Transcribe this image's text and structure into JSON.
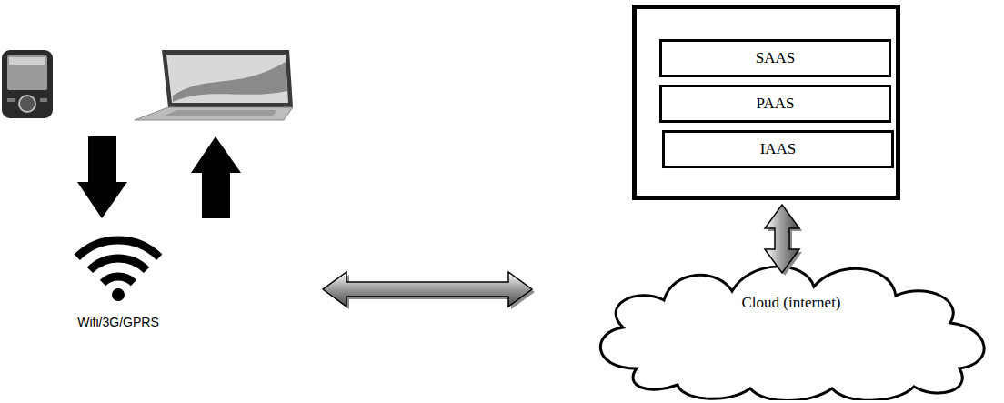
{
  "diagram": {
    "nodes": [
      {
        "text": []
      },
      {
        "text": [
          "SAAS"
        ],
        "in": 0
      },
      {
        "text": [
          "PAAS"
        ],
        "in": 0
      },
      {
        "text": [
          "IAAS"
        ],
        "in": 0
      },
      {
        "text": [
          "Wifi/3G/GPRS"
        ]
      },
      {
        "text": [
          "Cloud (internet)"
        ]
      }
    ],
    "edges": [
      {
        "from": 4,
        "to": 5,
        "arrow": "both"
      },
      {
        "from": 5,
        "to": 0,
        "arrow": "both"
      }
    ]
  }
}
